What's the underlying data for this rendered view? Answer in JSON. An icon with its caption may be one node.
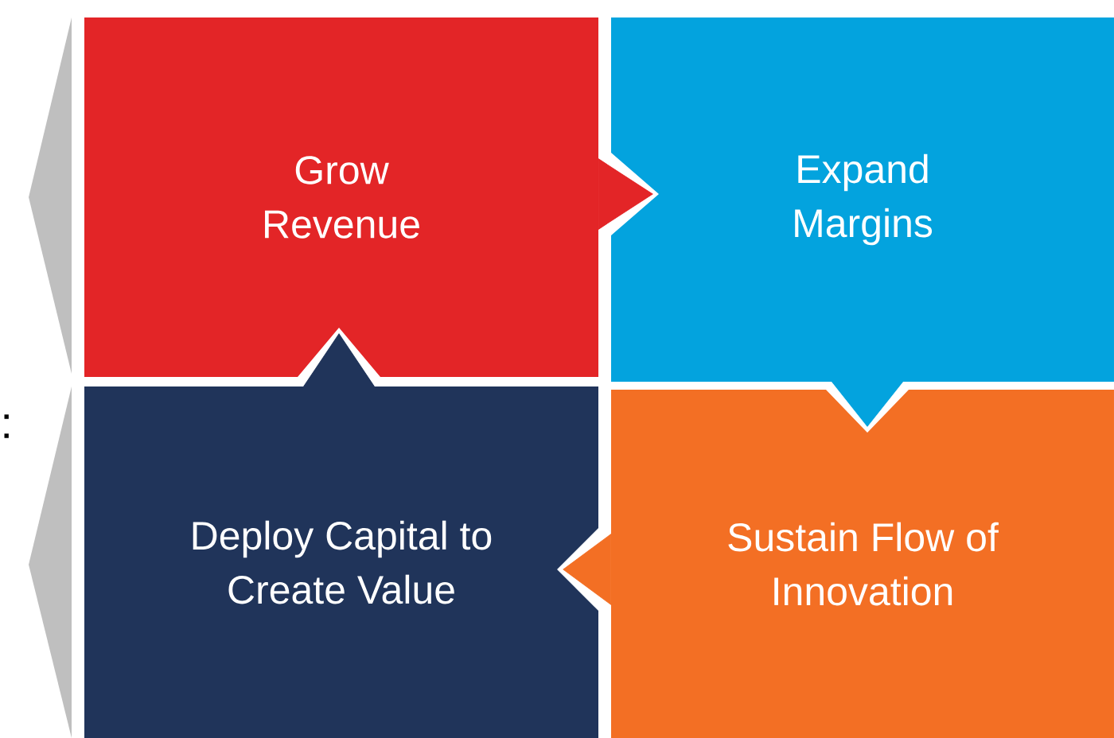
{
  "diagram": {
    "nodes": [
      {
        "text": [
          "Grow Revenue"
        ]
      },
      {
        "text": [
          "Expand Margins"
        ]
      },
      {
        "text": [
          "Deploy Capital to Create Value"
        ]
      },
      {
        "text": [
          "Sustain Flow of Innovation"
        ]
      }
    ],
    "edges": [
      {
        "from": 0,
        "to": 1,
        "arrow": "to",
        "color": "#e32527"
      },
      {
        "from": 1,
        "to": 3,
        "arrow": "to",
        "color": "#03a3de"
      },
      {
        "from": 3,
        "to": 2,
        "arrow": "to",
        "color": "#f36f24"
      },
      {
        "from": 2,
        "to": 0,
        "arrow": "to",
        "color": "#20345a"
      }
    ],
    "labels": [
      ":"
    ]
  }
}
